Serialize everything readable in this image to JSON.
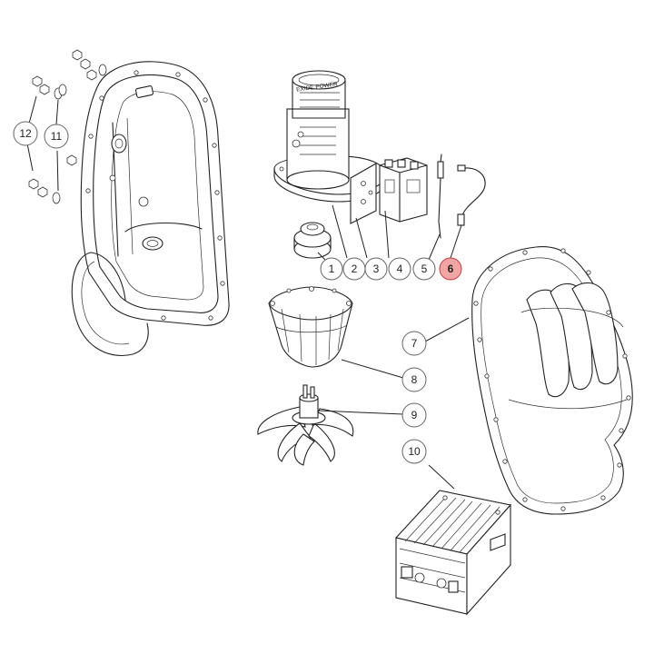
{
  "diagram": {
    "callouts": [
      {
        "id": "1",
        "label": "1",
        "highlighted": false
      },
      {
        "id": "2",
        "label": "2",
        "highlighted": false
      },
      {
        "id": "3",
        "label": "3",
        "highlighted": false
      },
      {
        "id": "4",
        "label": "4",
        "highlighted": false
      },
      {
        "id": "5",
        "label": "5",
        "highlighted": false
      },
      {
        "id": "6",
        "label": "6",
        "highlighted": true
      },
      {
        "id": "7",
        "label": "7",
        "highlighted": false
      },
      {
        "id": "8",
        "label": "8",
        "highlighted": false
      },
      {
        "id": "9",
        "label": "9",
        "highlighted": false
      },
      {
        "id": "10",
        "label": "10",
        "highlighted": false
      },
      {
        "id": "11",
        "label": "11",
        "highlighted": false
      },
      {
        "id": "12",
        "label": "12",
        "highlighted": false
      }
    ],
    "motor_label_line1": "EXIDE POWER",
    "colors": {
      "line": "#222222",
      "highlight_fill": "#f2a5a5",
      "highlight_stroke": "#d43b3b",
      "callout_stroke": "#666666"
    }
  }
}
